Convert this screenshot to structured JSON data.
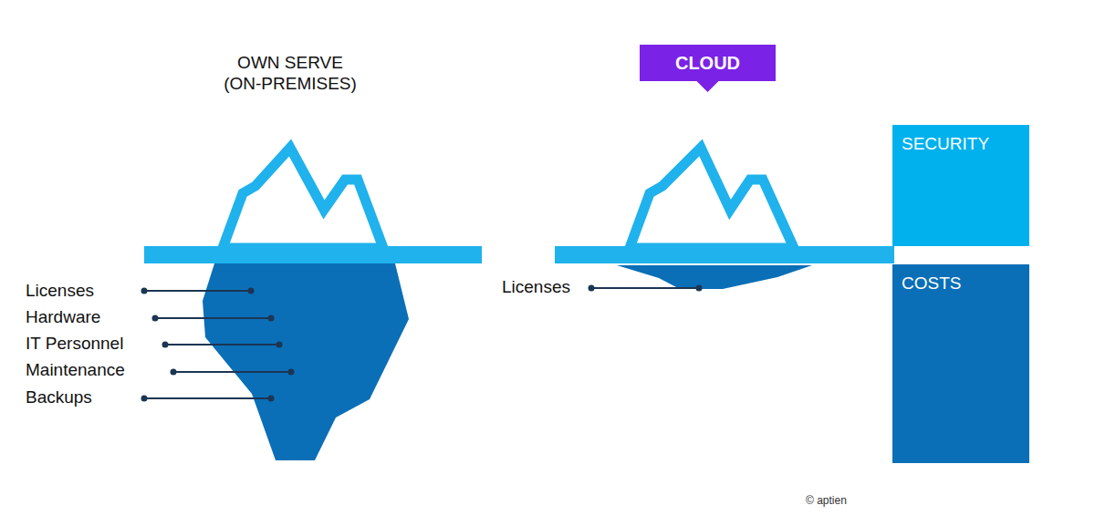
{
  "diagram": {
    "nodes": [
      {
        "text": [
          "CLOUD"
        ]
      },
      {
        "text": [
          "SECURITY"
        ]
      },
      {
        "text": [
          "COSTS"
        ]
      }
    ],
    "labels": [
      "OWN SERVE (ON-PREMISES)",
      "Licenses",
      "Hardware",
      "IT Personnel",
      "Maintenance",
      "Backups",
      "Licenses",
      "© aptien"
    ]
  }
}
